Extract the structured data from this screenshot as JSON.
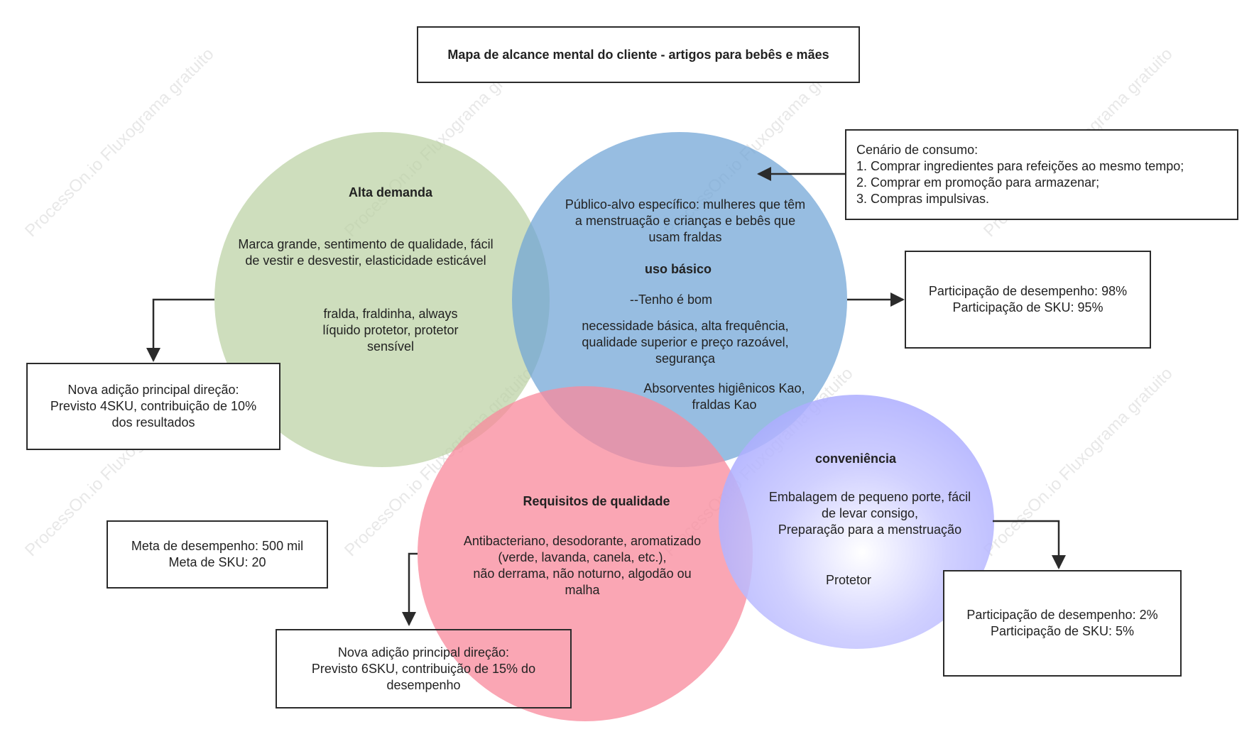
{
  "title": "Mapa de alcance mental do cliente - artigos para bebês e mães",
  "watermark": "ProcessOn.io Fluxograma gratuito",
  "circles": {
    "green": {
      "color": "#b7cf9d",
      "heading": "Alta demanda",
      "features": "Marca grande, sentimento de qualidade, fácil\nde vestir e desvestir, elasticidade esticável",
      "products": "fralda, fraldinha, always\nlíquido protetor, protetor\nsensível"
    },
    "blue": {
      "color": "#6fa3d6",
      "audience": "Público-alvo específico: mulheres que têm\na menstruação e crianças e bebês que\nusam fraldas",
      "heading": "uso básico",
      "slogan": "--Tenho é bom",
      "features": "necessidade básica, alta frequência,\nqualidade superior e preço razoável,\nsegurança",
      "products": "Absorventes higiênicos Kao,\nfraldas Kao"
    },
    "pink": {
      "color": "#f98a9c",
      "heading": "Requisitos de qualidade",
      "features": "Antibacteriano, desodorante, aromatizado\n(verde, lavanda, canela, etc.),\nnão derrama, não noturno, algodão ou\nmalha"
    },
    "purple": {
      "color": "#9a9bff",
      "heading": "conveniência",
      "features": "Embalagem de pequeno porte, fácil\nde levar consigo,\nPreparação para a menstruação",
      "products": "Protetor"
    }
  },
  "boxes": {
    "scenario": "Cenário de consumo:\n1. Comprar ingredientes para refeições ao mesmo tempo;\n2. Comprar em promoção para armazenar;\n3. Compras impulsivas.",
    "blue_share": "Participação de desempenho: 98%\nParticipação de SKU: 95%",
    "green_new": "Nova adição principal direção:\nPrevisto 4SKU, contribuição de 10%\ndos resultados",
    "target": "Meta de desempenho: 500 mil\nMeta de SKU: 20",
    "pink_new": "Nova adição principal direção:\nPrevisto 6SKU, contribuição de 15% do\ndesempenho",
    "purple_share": "Participação de desempenho: 2%\nParticipação de SKU: 5%"
  }
}
